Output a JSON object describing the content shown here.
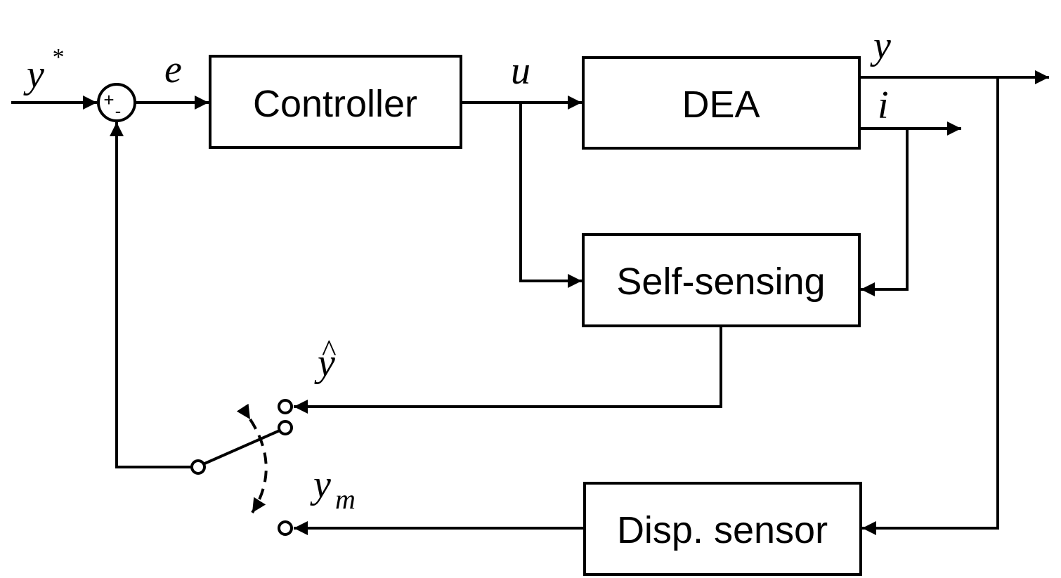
{
  "blocks": {
    "controller": "Controller",
    "dea": "DEA",
    "self_sensing": "Self-sensing",
    "disp_sensor": "Disp. sensor"
  },
  "signals": {
    "reference": "y",
    "reference_sup": "*",
    "error": "e",
    "control": "u",
    "output": "y",
    "current": "i",
    "estimate": "y",
    "estimate_hat": "^",
    "measured": "y",
    "measured_sub": "m"
  },
  "summing_junction": {
    "plus": "+",
    "minus": "-"
  }
}
